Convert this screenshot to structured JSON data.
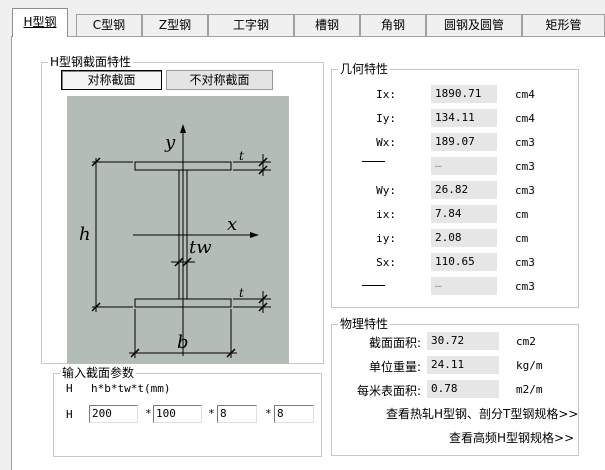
{
  "tabs": [
    {
      "label": "H型钢",
      "active": true
    },
    {
      "label": "C型钢",
      "active": false
    },
    {
      "label": "Z型钢",
      "active": false
    },
    {
      "label": "工字钢",
      "active": false
    },
    {
      "label": "槽钢",
      "active": false
    },
    {
      "label": "角钢",
      "active": false
    },
    {
      "label": "圆钢及圆管",
      "active": false
    },
    {
      "label": "矩形管",
      "active": false
    }
  ],
  "section": {
    "title": "H型钢截面特性",
    "buttons": {
      "symmetric": "对称截面",
      "asymmetric": "不对称截面"
    },
    "diagram_labels": {
      "y": "y",
      "x": "x",
      "h": "h",
      "b": "b",
      "tw": "tw",
      "t_top": "t",
      "t_bottom": "t"
    }
  },
  "input_params": {
    "title": "输入截面参数",
    "formula_prefix": "H",
    "formula": "h*b*tw*t(mm)",
    "row_prefix": "H",
    "h": "200",
    "b": "100",
    "tw": "8",
    "t": "8",
    "separator": "*"
  },
  "geometry": {
    "title": "几何特性",
    "rows": [
      {
        "label": "Ix:",
        "value": "1890.71",
        "unit": "cm4"
      },
      {
        "label": "Iy:",
        "value": "134.11",
        "unit": "cm4"
      },
      {
        "label": "Wx:",
        "value": "189.07",
        "unit": "cm3"
      },
      {
        "label": "",
        "value": "—",
        "unit": "cm3"
      },
      {
        "label": "Wy:",
        "value": "26.82",
        "unit": "cm3"
      },
      {
        "label": "ix:",
        "value": "7.84",
        "unit": "cm"
      },
      {
        "label": "iy:",
        "value": "2.08",
        "unit": "cm"
      },
      {
        "label": "Sx:",
        "value": "110.65",
        "unit": "cm3"
      },
      {
        "label": "",
        "value": "—",
        "unit": "cm3"
      }
    ]
  },
  "physical": {
    "title": "物理特性",
    "rows": [
      {
        "label": "截面面积:",
        "value": "30.72",
        "unit": "cm2"
      },
      {
        "label": "单位重量:",
        "value": "24.11",
        "unit": "kg/m"
      },
      {
        "label": "每米表面积:",
        "value": "0.78",
        "unit": "m2/m"
      }
    ],
    "links": {
      "hot_rolled": "查看热轧H型钢、剖分T型钢规格>>",
      "high_freq": "查看高频H型钢规格>>"
    }
  }
}
